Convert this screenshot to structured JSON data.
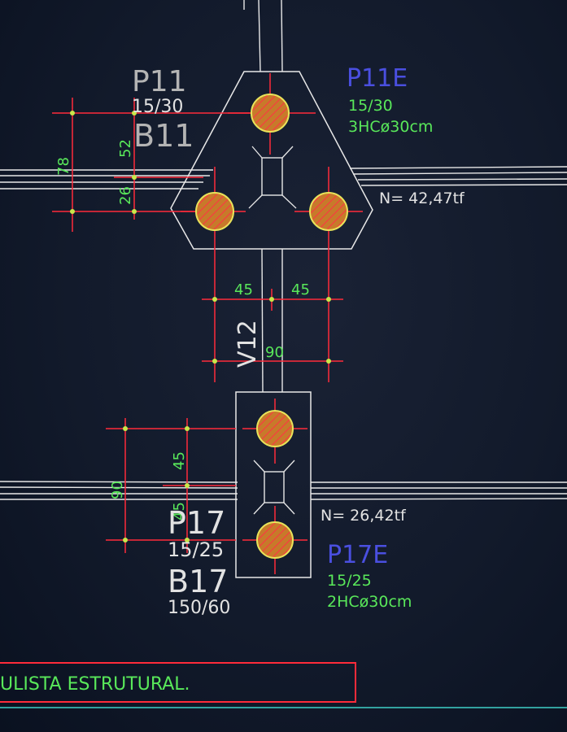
{
  "colors": {
    "background": "#121a2b",
    "linework": "#e8e8e8",
    "dimension": "#ff2b3a",
    "text_green": "#59e85a",
    "text_blue": "#4a4fe0",
    "pile_fill": "#c77a2a",
    "pile_edge": "#e8e35a"
  },
  "cap_top": {
    "pillar_label": "P11",
    "pillar_section": "15/30",
    "block_label": "B11",
    "pile_cap_label": "P11E",
    "pile_cap_section": "15/30",
    "pile_spec": "3HCø30cm",
    "load": "N=  42,47tf",
    "dim_vertical_overall": "78",
    "dim_vertical_upper": "52",
    "dim_vertical_lower": "26",
    "dim_horizontal_left": "45",
    "dim_horizontal_right": "45",
    "dim_horizontal_total": "90"
  },
  "beam_label": "V12",
  "cap_bottom": {
    "pillar_label": "P17",
    "pillar_section": "15/25",
    "block_label": "B17",
    "block_section": "150/60",
    "pile_cap_label": "P17E",
    "pile_cap_section": "15/25",
    "pile_spec": "2HCø30cm",
    "load": "N=  26,42tf",
    "dim_vertical_overall": "90",
    "dim_vertical_upper": "45",
    "dim_vertical_lower": "45"
  },
  "title_strip": {
    "text": "ULISTA  ESTRUTURAL."
  }
}
